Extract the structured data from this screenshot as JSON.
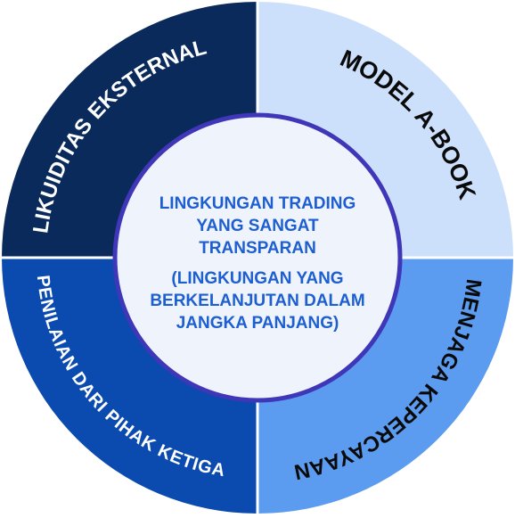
{
  "diagram": {
    "segments": [
      {
        "key": "top-left",
        "label": "LIKUIDITAS EKSTERNAL",
        "fill": "#0b2a5c",
        "text_color": "#ffffff"
      },
      {
        "key": "top-right",
        "label": "MODEL A-BOOK",
        "fill": "#cde0fb",
        "text_color": "#0a0a0a"
      },
      {
        "key": "bottom-right",
        "label": "MENJAGA KEPERCAYAAN",
        "fill": "#5c9cf0",
        "text_color": "#0a0a0a"
      },
      {
        "key": "bottom-left",
        "label": "PENILAIAN DARI PIHAK KETIGA",
        "fill": "#0b4bb0",
        "text_color": "#ffffff"
      }
    ],
    "center": {
      "lines": [
        "LINGKUNGAN TRADING",
        "YANG SANGAT",
        "TRANSPARAN",
        "(LINGKUNGAN YANG",
        "BERKELANJUTAN DALAM",
        "JANGKA PANJANG)"
      ],
      "fill": "#eef3fc",
      "ring_color": "#3f36b8",
      "text_color": "#1d5fd0"
    }
  }
}
